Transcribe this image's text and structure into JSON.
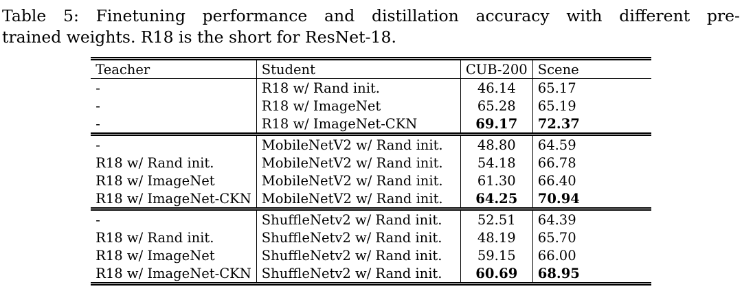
{
  "caption": {
    "line1": "Table 5: Finetuning performance and distillation accuracy with different pre-",
    "line2": "trained weights. R18 is the short for ResNet-18."
  },
  "table": {
    "headers": {
      "teacher": "Teacher",
      "student": "Student",
      "cub": "CUB-200",
      "scene": "Scene"
    },
    "groups": [
      {
        "rows": [
          {
            "teacher": "-",
            "student": "R18 w/ Rand init.",
            "cub": "46.14",
            "scene": "65.17"
          },
          {
            "teacher": "-",
            "student": "R18 w/ ImageNet",
            "cub": "65.28",
            "scene": "65.19"
          },
          {
            "teacher": "-",
            "student": "R18 w/ ImageNet-CKN",
            "cub": "69.17",
            "scene": "72.37"
          }
        ]
      },
      {
        "rows": [
          {
            "teacher": "-",
            "student": "MobileNetV2 w/ Rand init.",
            "cub": "48.80",
            "scene": "64.59"
          },
          {
            "teacher": "R18 w/ Rand init.",
            "student": "MobileNetV2 w/ Rand init.",
            "cub": "54.18",
            "scene": "66.78"
          },
          {
            "teacher": "R18 w/ ImageNet",
            "student": "MobileNetV2 w/ Rand init.",
            "cub": "61.30",
            "scene": "66.40"
          },
          {
            "teacher": "R18 w/ ImageNet-CKN",
            "student": "MobileNetV2 w/ Rand init.",
            "cub": "64.25",
            "scene": "70.94"
          }
        ]
      },
      {
        "rows": [
          {
            "teacher": "-",
            "student": "ShuffleNetv2 w/ Rand init.",
            "cub": "52.51",
            "scene": "64.39"
          },
          {
            "teacher": "R18 w/ Rand init.",
            "student": "ShuffleNetv2 w/ Rand init.",
            "cub": "48.19",
            "scene": "65.70"
          },
          {
            "teacher": "R18 w/ ImageNet",
            "student": "ShuffleNetv2 w/ Rand init.",
            "cub": "59.15",
            "scene": "66.00"
          },
          {
            "teacher": "R18 w/ ImageNet-CKN",
            "student": "ShuffleNetv2 w/ Rand init.",
            "cub": "60.69",
            "scene": "68.95"
          }
        ]
      }
    ]
  }
}
